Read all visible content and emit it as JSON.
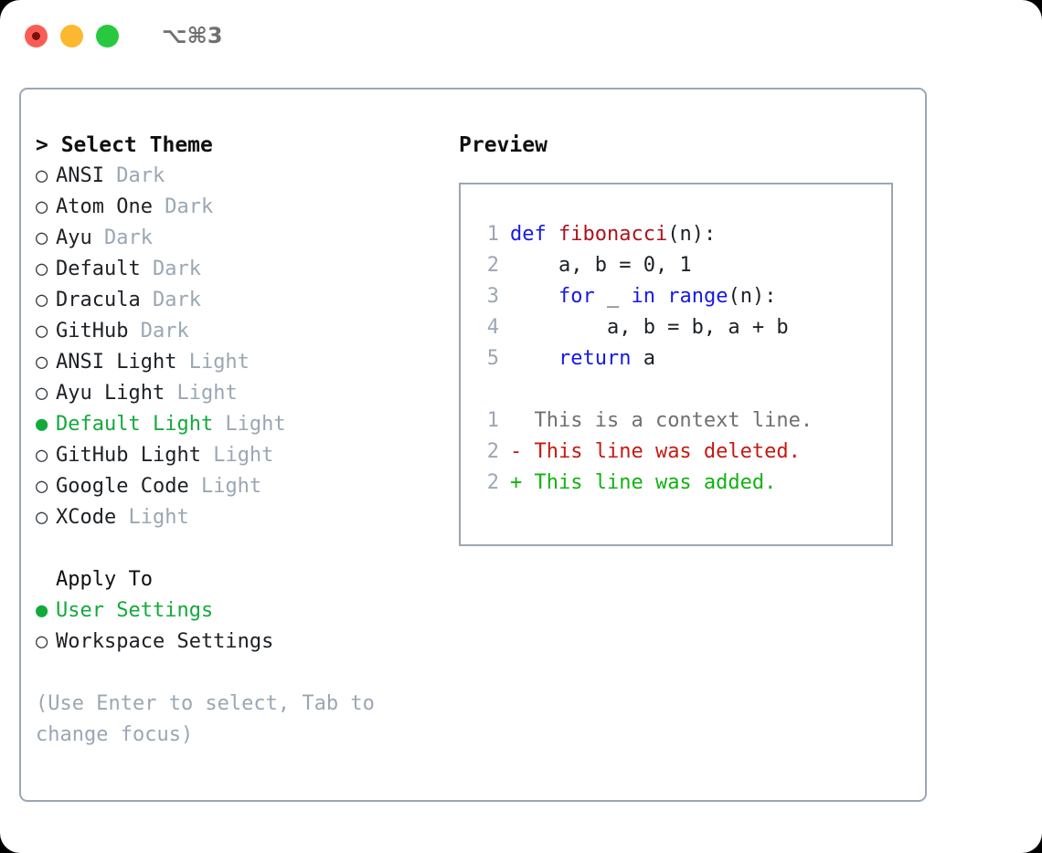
{
  "window": {
    "title": "⌥⌘3",
    "controls": [
      {
        "name": "close",
        "color": "#fa5d55"
      },
      {
        "name": "minimize",
        "color": "#fcb82e"
      },
      {
        "name": "maximize",
        "color": "#28c940"
      }
    ]
  },
  "left": {
    "header_prompt": "> Select Theme",
    "themes": [
      {
        "bullet": "○",
        "label": "ANSI",
        "suffix": "Dark",
        "selected": false
      },
      {
        "bullet": "○",
        "label": "Atom One",
        "suffix": "Dark",
        "selected": false
      },
      {
        "bullet": "○",
        "label": "Ayu",
        "suffix": "Dark",
        "selected": false
      },
      {
        "bullet": "○",
        "label": "Default",
        "suffix": "Dark",
        "selected": false
      },
      {
        "bullet": "○",
        "label": "Dracula",
        "suffix": "Dark",
        "selected": false
      },
      {
        "bullet": "○",
        "label": "GitHub",
        "suffix": "Dark",
        "selected": false
      },
      {
        "bullet": "○",
        "label": "ANSI Light",
        "suffix": "Light",
        "selected": false
      },
      {
        "bullet": "○",
        "label": "Ayu Light",
        "suffix": "Light",
        "selected": false
      },
      {
        "bullet": "●",
        "label": "Default Light",
        "suffix": "Light",
        "selected": true
      },
      {
        "bullet": "○",
        "label": "GitHub Light",
        "suffix": "Light",
        "selected": false
      },
      {
        "bullet": "○",
        "label": "Google Code",
        "suffix": "Light",
        "selected": false
      },
      {
        "bullet": "○",
        "label": "XCode",
        "suffix": "Light",
        "selected": false
      }
    ],
    "apply_to": {
      "title": "Apply To",
      "options": [
        {
          "bullet": "●",
          "label": "User Settings",
          "selected": true
        },
        {
          "bullet": "○",
          "label": "Workspace Settings",
          "selected": false
        }
      ]
    },
    "hint": "(Use Enter to select, Tab to change focus)"
  },
  "right": {
    "heading": "Preview",
    "code_lines": [
      {
        "no": "1",
        "tokens": [
          {
            "t": "def ",
            "c": "kw"
          },
          {
            "t": "fibonacci",
            "c": "fn"
          },
          {
            "t": "(n):",
            "c": "plain"
          }
        ]
      },
      {
        "no": "2",
        "tokens": [
          {
            "t": "    a, b = 0, 1",
            "c": "plain"
          }
        ]
      },
      {
        "no": "3",
        "tokens": [
          {
            "t": "    ",
            "c": "plain"
          },
          {
            "t": "for",
            "c": "kw"
          },
          {
            "t": " _ ",
            "c": "plain"
          },
          {
            "t": "in",
            "c": "kw"
          },
          {
            "t": " ",
            "c": "plain"
          },
          {
            "t": "range",
            "c": "kw"
          },
          {
            "t": "(n):",
            "c": "plain"
          }
        ]
      },
      {
        "no": "4",
        "tokens": [
          {
            "t": "        a, b = b, a + b",
            "c": "plain"
          }
        ]
      },
      {
        "no": "5",
        "tokens": [
          {
            "t": "    ",
            "c": "plain"
          },
          {
            "t": "return",
            "c": "kw"
          },
          {
            "t": " a",
            "c": "plain"
          }
        ]
      }
    ],
    "diff_lines": [
      {
        "no": "1",
        "marker": " ",
        "text": " This is a context line.",
        "kind": "ctx"
      },
      {
        "no": "2",
        "marker": "-",
        "text": " This line was deleted.",
        "kind": "del"
      },
      {
        "no": "2",
        "marker": "+",
        "text": " This line was added.",
        "kind": "add"
      }
    ]
  },
  "colors": {
    "accent_green": "#13aa3c",
    "muted": "#9aa7b4",
    "keyword_blue": "#1619e8",
    "function_red": "#b0111b",
    "diff_delete": "#c51a11",
    "diff_add": "#12b211",
    "border": "#9aa7b4"
  }
}
